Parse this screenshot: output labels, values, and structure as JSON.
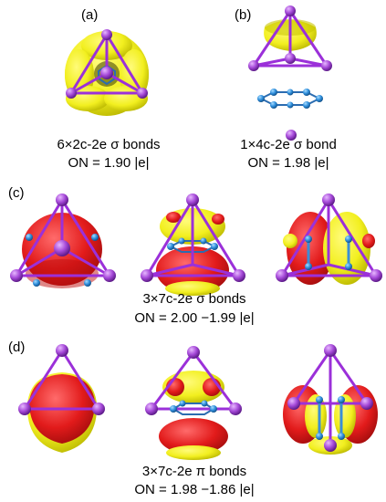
{
  "panels": {
    "a": {
      "label": "(a)",
      "caption_line1": "6×2c-2e σ bonds",
      "caption_line2": "ON = 1.90 |e|"
    },
    "b": {
      "label": "(b)",
      "caption_line1": "1×4c-2e σ bond",
      "caption_line2": "ON = 1.98 |e|"
    },
    "c": {
      "label": "(c)",
      "caption_line1": "3×7c-2e σ bonds",
      "caption_line2": "ON = 2.00 −1.99 |e|"
    },
    "d": {
      "label": "(d)",
      "caption_line1": "3×7c-2e π bonds",
      "caption_line2": "ON = 1.98 −1.86 |e|"
    }
  },
  "colors": {
    "lobe_positive": "#f2ef1f",
    "lobe_negative": "#e21b1b",
    "metal_atom": "#a64ad9",
    "metal_bond": "#9b30d9",
    "ring_atom": "#2f8fdc",
    "ring_bond": "#2b6cb0"
  }
}
